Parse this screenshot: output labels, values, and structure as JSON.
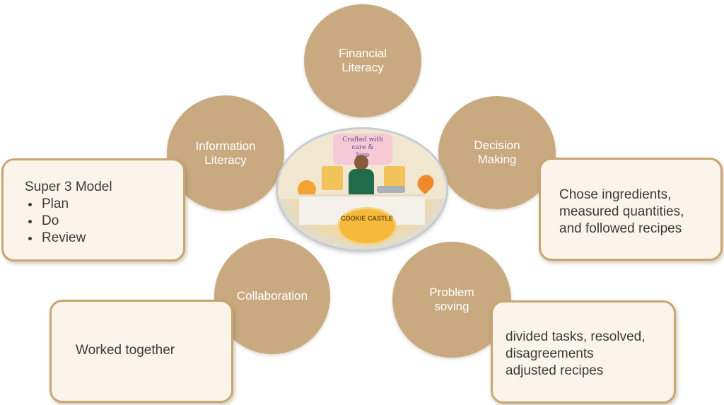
{
  "circles": {
    "financial": "Financial\nLiteracy",
    "information": "Information\nLiteracy",
    "decision": "Decision\nMaking",
    "collaboration": "Collaboration",
    "problem": "Problem\nsoving"
  },
  "boxes": {
    "super3": {
      "title": "Super 3 Model",
      "items": [
        "Plan",
        "Do",
        "Review"
      ]
    },
    "decision_text": "Chose ingredients,\nmeasured quantities,\nand followed recipes",
    "collaboration_text": "Worked together",
    "problem_text": "divided tasks, resolved,\ndisagreements\nadjusted recipes"
  },
  "photo": {
    "banner_text": "Crafted with\ncare &\nlove",
    "sign_text": "COOKIE CASTLE"
  },
  "colors": {
    "circle_fill": "#c9aa80",
    "box_fill": "#fbf4ea",
    "box_border": "#c9a671"
  }
}
